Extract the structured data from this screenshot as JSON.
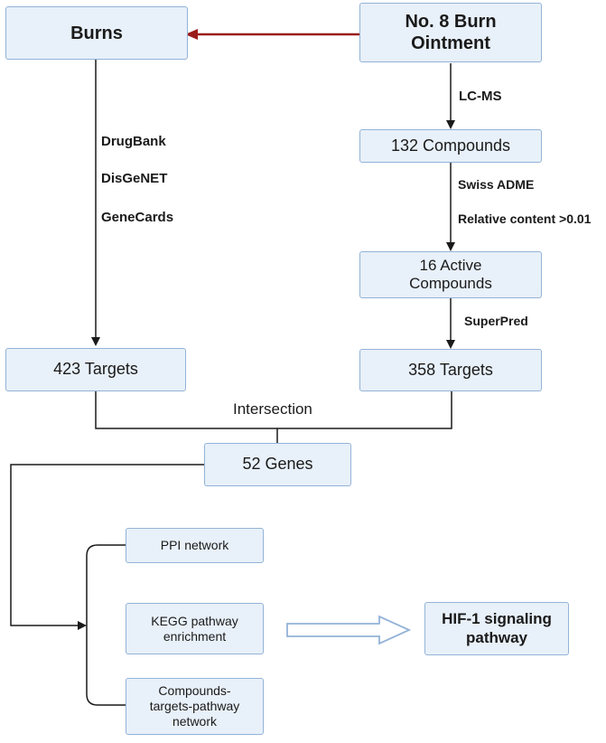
{
  "nodes": {
    "burns": "Burns",
    "ointment": "No. 8 Burn Ointment",
    "compounds_132": "132 Compounds",
    "active_compounds": "16 Active Compounds",
    "targets_423": "423 Targets",
    "targets_358": "358 Targets",
    "genes_52": "52 Genes",
    "ppi": "PPI network",
    "kegg": "KEGG pathway enrichment",
    "ctp_network": "Compounds-targets-pathway network",
    "hif1": "HIF-1 signaling pathway"
  },
  "edge_labels": {
    "drugbank": "DrugBank",
    "disgenet": "DisGeNET",
    "genecards": "GeneCards",
    "lcms": "LC-MS",
    "swiss_adme": "Swiss ADME",
    "relative_content": "Relative content >0.01",
    "superpred": "SuperPred",
    "intersection": "Intersection"
  },
  "colors": {
    "box_fill": "#e8f0f9",
    "box_border": "#93b3d8",
    "line": "#1a1a1a",
    "red_arrow": "#9b1b1b"
  }
}
